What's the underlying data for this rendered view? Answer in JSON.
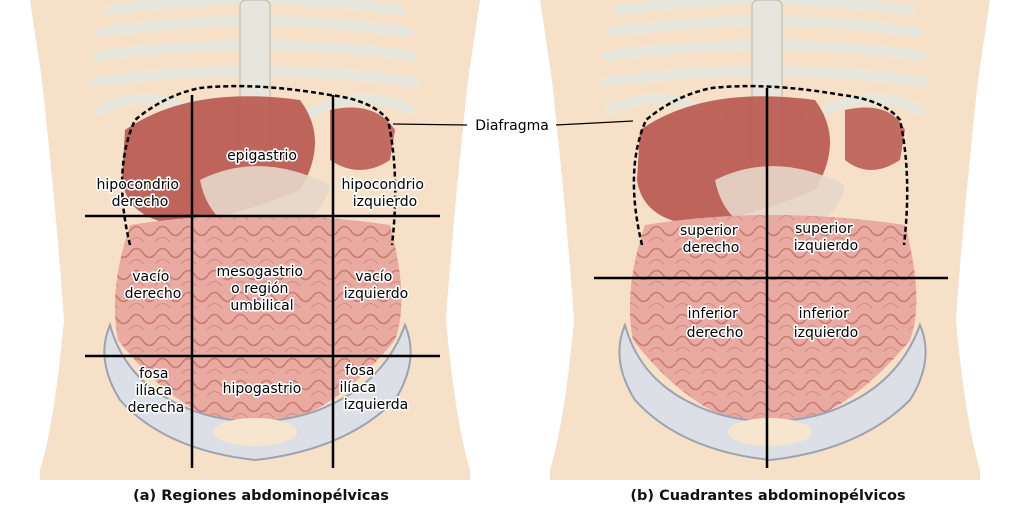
{
  "diagram_a": {
    "caption": "(a) Regiones abdominopélvicas",
    "regions": {
      "hipocondrio_derecho": [
        "hipocondrio",
        "derecho"
      ],
      "epigastrio": [
        "epigastrio"
      ],
      "hipocondrio_izquierdo": [
        "hipocondrio",
        "izquierdo"
      ],
      "vacio_derecho": [
        "vacío",
        "derecho"
      ],
      "mesogastrio": [
        "mesogastrio",
        "o región",
        "umbilical"
      ],
      "vacio_izquierdo": [
        "vacío",
        "izquierdo"
      ],
      "fosa_iliaca_derecha": [
        "fosa",
        "ilíaca",
        "derecha"
      ],
      "hipogastrio": [
        "hipogastrio"
      ],
      "fosa_iliaca_izquierda": [
        "fosa",
        "ilíaca",
        "izquierda"
      ]
    }
  },
  "diagram_b": {
    "caption": "(b) Cuadrantes abdominopélvicos",
    "quadrants": {
      "superior_derecho": [
        "superior",
        "derecho"
      ],
      "superior_izquierdo": [
        "superior",
        "izquierdo"
      ],
      "inferior_derecho": [
        "inferior",
        "derecho"
      ],
      "inferior_izquierdo": [
        "inferior",
        "izquierdo"
      ]
    }
  },
  "diafragma_label": "Diafragma",
  "colors": {
    "skin": "#f6e1c8",
    "bone": "#e7e6dc",
    "bone_outline": "#b9b8ad",
    "liver": "#b9564e",
    "intestine": "#e5a39b",
    "intestine_dark": "#c9776f",
    "pelvis": "#dcdfe6",
    "divider": "#000000"
  }
}
